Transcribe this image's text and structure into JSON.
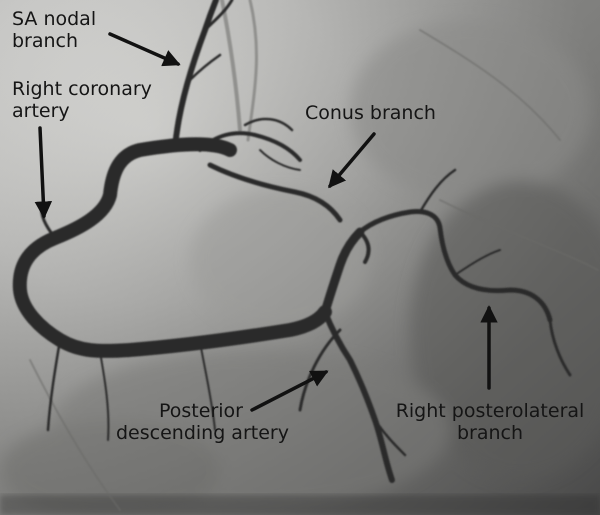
{
  "image": {
    "subject": "coronary angiogram",
    "palette": {
      "background_light": "#d8d8d6",
      "background_mid": "#a9a9a7",
      "background_dark": "#5f5f5f",
      "vessel": "#2c2c2c",
      "label_text": "#151515",
      "arrow": "#111111"
    }
  },
  "labels": {
    "sa_nodal": {
      "line1": "SA nodal",
      "line2": "branch"
    },
    "right_coronary": {
      "line1": "Right coronary",
      "line2": "artery"
    },
    "conus": {
      "line1": "Conus branch"
    },
    "posterior_descending": {
      "line1": "Posterior",
      "line2": "descending artery"
    },
    "right_posterolateral": {
      "line1": "Right posterolateral",
      "line2": "branch"
    }
  }
}
